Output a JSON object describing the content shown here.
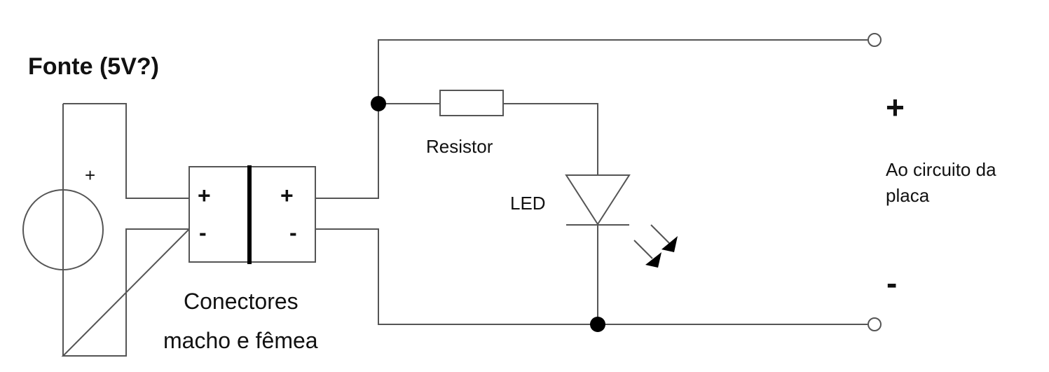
{
  "source": {
    "title": "Fonte (5V?)",
    "plus_mark": "+"
  },
  "connectors": {
    "caption_line1": "Conectores",
    "caption_line2": "macho e fêmea",
    "left_plus": "+",
    "left_minus": "-",
    "right_plus": "+",
    "right_minus": "-"
  },
  "components": {
    "resistor_label": "Resistor",
    "led_label": "LED"
  },
  "output": {
    "plus": "+",
    "minus": "-",
    "caption_line1": "Ao circuito da",
    "caption_line2": "placa"
  },
  "colors": {
    "wire": "#555555",
    "junction": "#000000",
    "text": "#111111"
  }
}
